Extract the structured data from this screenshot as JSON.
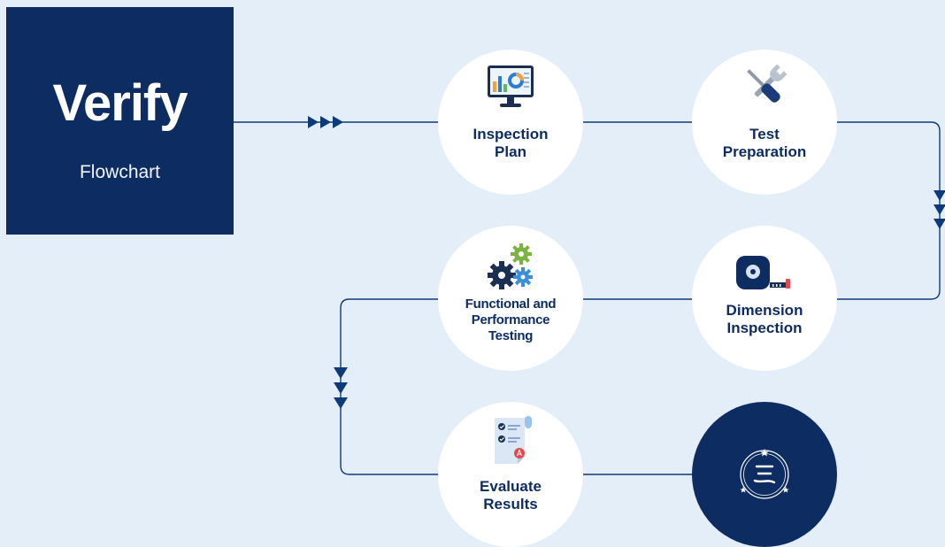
{
  "header": {
    "title": "Verify",
    "subtitle": "Flowchart"
  },
  "steps": [
    {
      "label": "Inspection\nPlan",
      "icon": "monitor-chart-icon"
    },
    {
      "label": "Test\nPreparation",
      "icon": "wrench-screwdriver-icon"
    },
    {
      "label": "Dimension\nInspection",
      "icon": "tape-measure-icon"
    },
    {
      "label": "Functional and\nPerformance\nTesting",
      "icon": "gears-icon"
    },
    {
      "label": "Evaluate\nResults",
      "icon": "checklist-icon"
    }
  ],
  "logo": {
    "icon": "company-logo-icon"
  },
  "colors": {
    "background": "#e4eef8",
    "navy": "#0d2d62",
    "connector": "#0d3a78",
    "circle": "#ffffff"
  }
}
